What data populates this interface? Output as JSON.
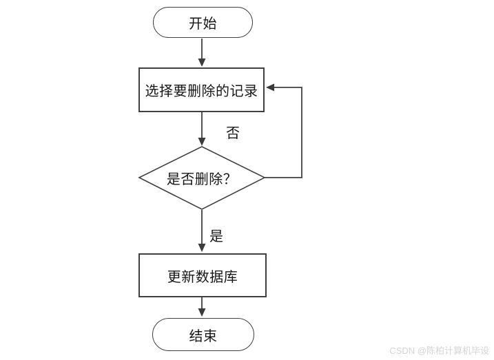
{
  "diagram": {
    "type": "flowchart",
    "nodes": {
      "start": {
        "shape": "terminator",
        "label": "开始"
      },
      "select": {
        "shape": "process",
        "label": "选择要删除的记录"
      },
      "decision": {
        "shape": "decision",
        "label": "是否删除？"
      },
      "update": {
        "shape": "process",
        "label": "更新数据库"
      },
      "end": {
        "shape": "terminator",
        "label": "结束"
      }
    },
    "edges": {
      "start_to_select": {
        "label": ""
      },
      "select_to_decision": {
        "label": ""
      },
      "decision_no_loop": {
        "label": "否"
      },
      "decision_to_update": {
        "label": "是"
      },
      "update_to_end": {
        "label": ""
      }
    },
    "colors": {
      "line": "#3f3f3f",
      "text": "#161616",
      "background": "#ffffff",
      "watermark": "#d4d4d4"
    }
  },
  "watermark": {
    "text": "CSDN @陈柏计算机毕设"
  }
}
